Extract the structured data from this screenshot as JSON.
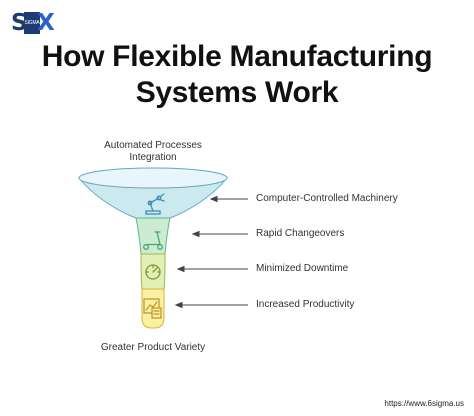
{
  "logo": {
    "brand": "SIX",
    "inner_text": "SIGMA"
  },
  "title": {
    "line1": "How Flexible Manufacturing",
    "line2": "Systems Work"
  },
  "diagram": {
    "top_label_line1": "Automated Processes",
    "top_label_line2": "Integration",
    "bottom_label": "Greater Product Variety",
    "stages": [
      {
        "label": "Computer-Controlled Machinery",
        "icon": "robotic-arm-icon",
        "color": "#cbe9ee"
      },
      {
        "label": "Rapid Changeovers",
        "icon": "scooter-icon",
        "color": "#c9ecd2"
      },
      {
        "label": "Minimized Downtime",
        "icon": "speedometer-icon",
        "color": "#e3efb9"
      },
      {
        "label": "Increased Productivity",
        "icon": "chart-calculator-icon",
        "color": "#fbf0a2"
      }
    ]
  },
  "footer": {
    "url": "https://www.6sigma.us"
  }
}
